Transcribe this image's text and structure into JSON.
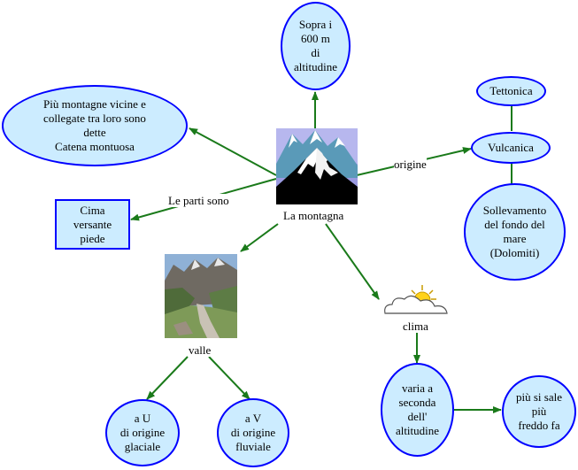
{
  "nodes": {
    "montagna": "La montagna",
    "sopra": "Sopra i\n600 m\ndi\naltitudine",
    "catena": "Più montagne vicine  e\ncollegate tra loro sono\ndette\nCatena montuosa",
    "parti": "Cima\nversante\npiede",
    "valle": "valle",
    "glaciale": "a U\ndi origine\nglaciale",
    "fluviale": "a V\ndi origine\nfluviale",
    "tettonica": "Tettonica",
    "vulcanica": "Vulcanica",
    "sollevamento": "Sollevamento\ndel fondo del\nmare\n(Dolomiti)",
    "clima": "clima",
    "varia": "varia a\nseconda\ndell'\naltitudine",
    "freddo": "più si sale\npiù\nfreddo fa"
  },
  "links": {
    "origine": "origine",
    "parti_sono": "Le parti sono"
  },
  "icons": {
    "mountain": "mountain-icon",
    "valley": "valley-photo",
    "weather": "cloud-sun-icon"
  },
  "colors": {
    "node_fill": "#ccecff",
    "node_border": "#0000ff",
    "connector": "#1a7a1a"
  }
}
